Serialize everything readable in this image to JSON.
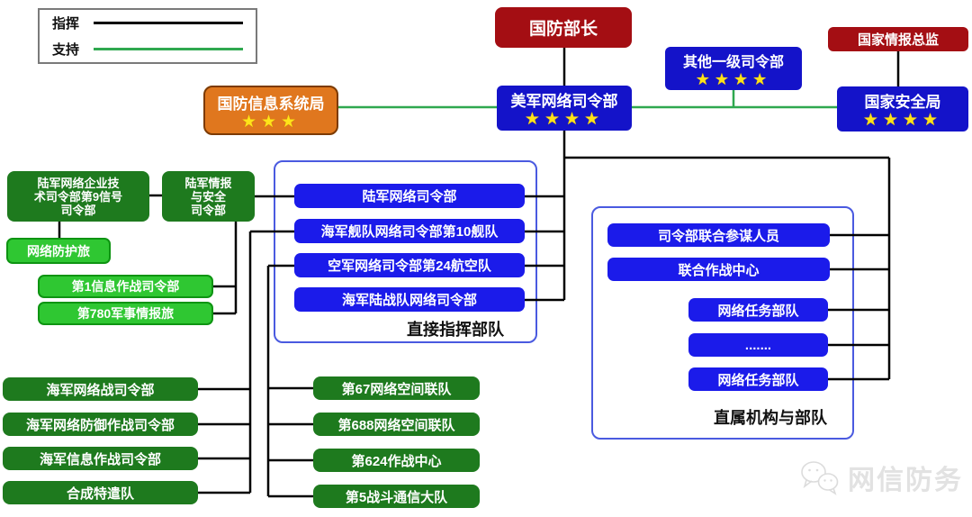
{
  "legend": {
    "command": "指挥",
    "support": "支持"
  },
  "colors": {
    "command_line": "#000000",
    "support_line": "#2fa84f",
    "red": "#a40e13",
    "blue": "#1413c9",
    "inner_blue": "#1b1bea",
    "dark_green": "#1e7a1e",
    "light_green": "#2fc732",
    "orange": "#e0771e",
    "star": "#ffe319"
  },
  "top": {
    "secdef": {
      "label": "国防部长"
    },
    "cybercom": {
      "label": "美军网络司令部",
      "stars": "★★★★"
    },
    "other_commands": {
      "label": "其他一级司令部",
      "stars": "★★★★"
    },
    "dni": {
      "label": "国家情报总监"
    },
    "nsa": {
      "label": "国家安全局",
      "stars": "★★★★"
    },
    "disa": {
      "label": "国防信息系统局",
      "stars": "★★★"
    }
  },
  "army": {
    "netcom_9th_signal": {
      "label": "陆军网络企业技\n术司令部第9信号\n司令部"
    },
    "intel_security": {
      "label": "陆军情报\n与安全\n司令部"
    },
    "cyber_protection_brigade": {
      "label": "网络防护旅"
    },
    "io_command_1st": {
      "label": "第1信息作战司令部"
    },
    "mi_brigade_780th": {
      "label": "第780军事情报旅"
    }
  },
  "direct_command_group": {
    "caption": "直接指挥部队",
    "items": [
      "陆军网络司令部",
      "海军舰队网络司令部第10舰队",
      "空军网络司令部第24航空队",
      "海军陆战队网络司令部"
    ]
  },
  "subordinate_group": {
    "caption": "直属机构与部队",
    "items": [
      "司令部联合参谋人员",
      "联合作战中心",
      "网络任务部队",
      ".......",
      "网络任务部队"
    ]
  },
  "navy": {
    "items": [
      "海军网络战司令部",
      "海军网络防御作战司令部",
      "海军信息作战司令部",
      "合成特遣队"
    ]
  },
  "air_force": {
    "items": [
      "第67网络空间联队",
      "第688网络空间联队",
      "第624作战中心",
      "第5战斗通信大队"
    ]
  },
  "watermark": {
    "label": "网信防务"
  }
}
